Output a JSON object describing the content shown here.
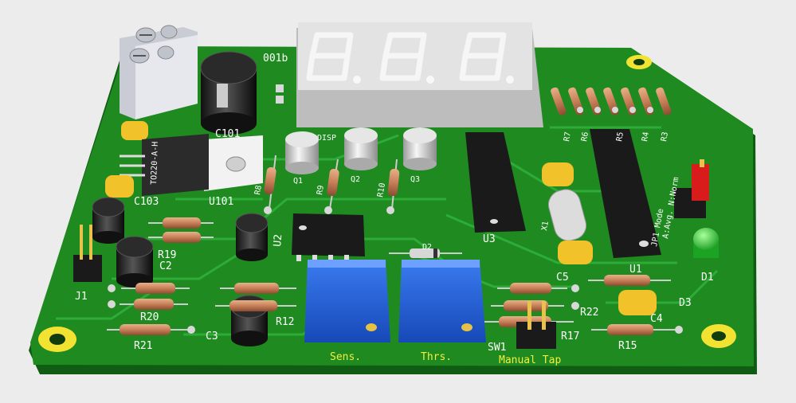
{
  "scene": "PCB 3D render",
  "colors": {
    "background": "#ececec",
    "board": "#1e8a1f",
    "board_edge": "#0f5c12",
    "trace": "#2fb03a",
    "pad": "#d8d8d8",
    "mount_ring": "#f2e232",
    "pot": "#1e5fd6",
    "display": "#d9d9d9",
    "ic": "#1a1a1a",
    "cap_yellow": "#f1c22a",
    "led_green": "#2fd23a",
    "jumper_red": "#d81c1c"
  },
  "labels": {
    "c101": "C101",
    "c103": "C103",
    "u101": "U101",
    "to220": "TO220-A-H",
    "rev": "001b",
    "disp": "DISP",
    "q1": "Q1",
    "q2": "Q2",
    "q3": "Q3",
    "r8": "R8",
    "r9": "R9",
    "r10": "R10",
    "u2": "U2",
    "u3": "U3",
    "u1": "U1",
    "d2": "D2",
    "x1": "X1",
    "c5": "C5",
    "r19": "R19",
    "c2": "C2",
    "c3": "C3",
    "j1": "J1",
    "r20": "R20",
    "r21": "R21",
    "r12": "R12",
    "sens": "Sens.",
    "thrs": "Thrs.",
    "sw1": "SW1",
    "manual_tap": "Manual Tap",
    "r17": "R17",
    "r22": "R22",
    "r15": "R15",
    "c4": "C4",
    "d3": "D3",
    "d1": "D1",
    "jp1": "JP1 Mode",
    "jp1_opts": "A:Avg. N:Norm",
    "r7": "R7",
    "r6": "R6",
    "r5": "R5",
    "r4": "R4",
    "r3": "R3"
  },
  "display_digits": [
    "8.",
    "8.",
    "8."
  ]
}
